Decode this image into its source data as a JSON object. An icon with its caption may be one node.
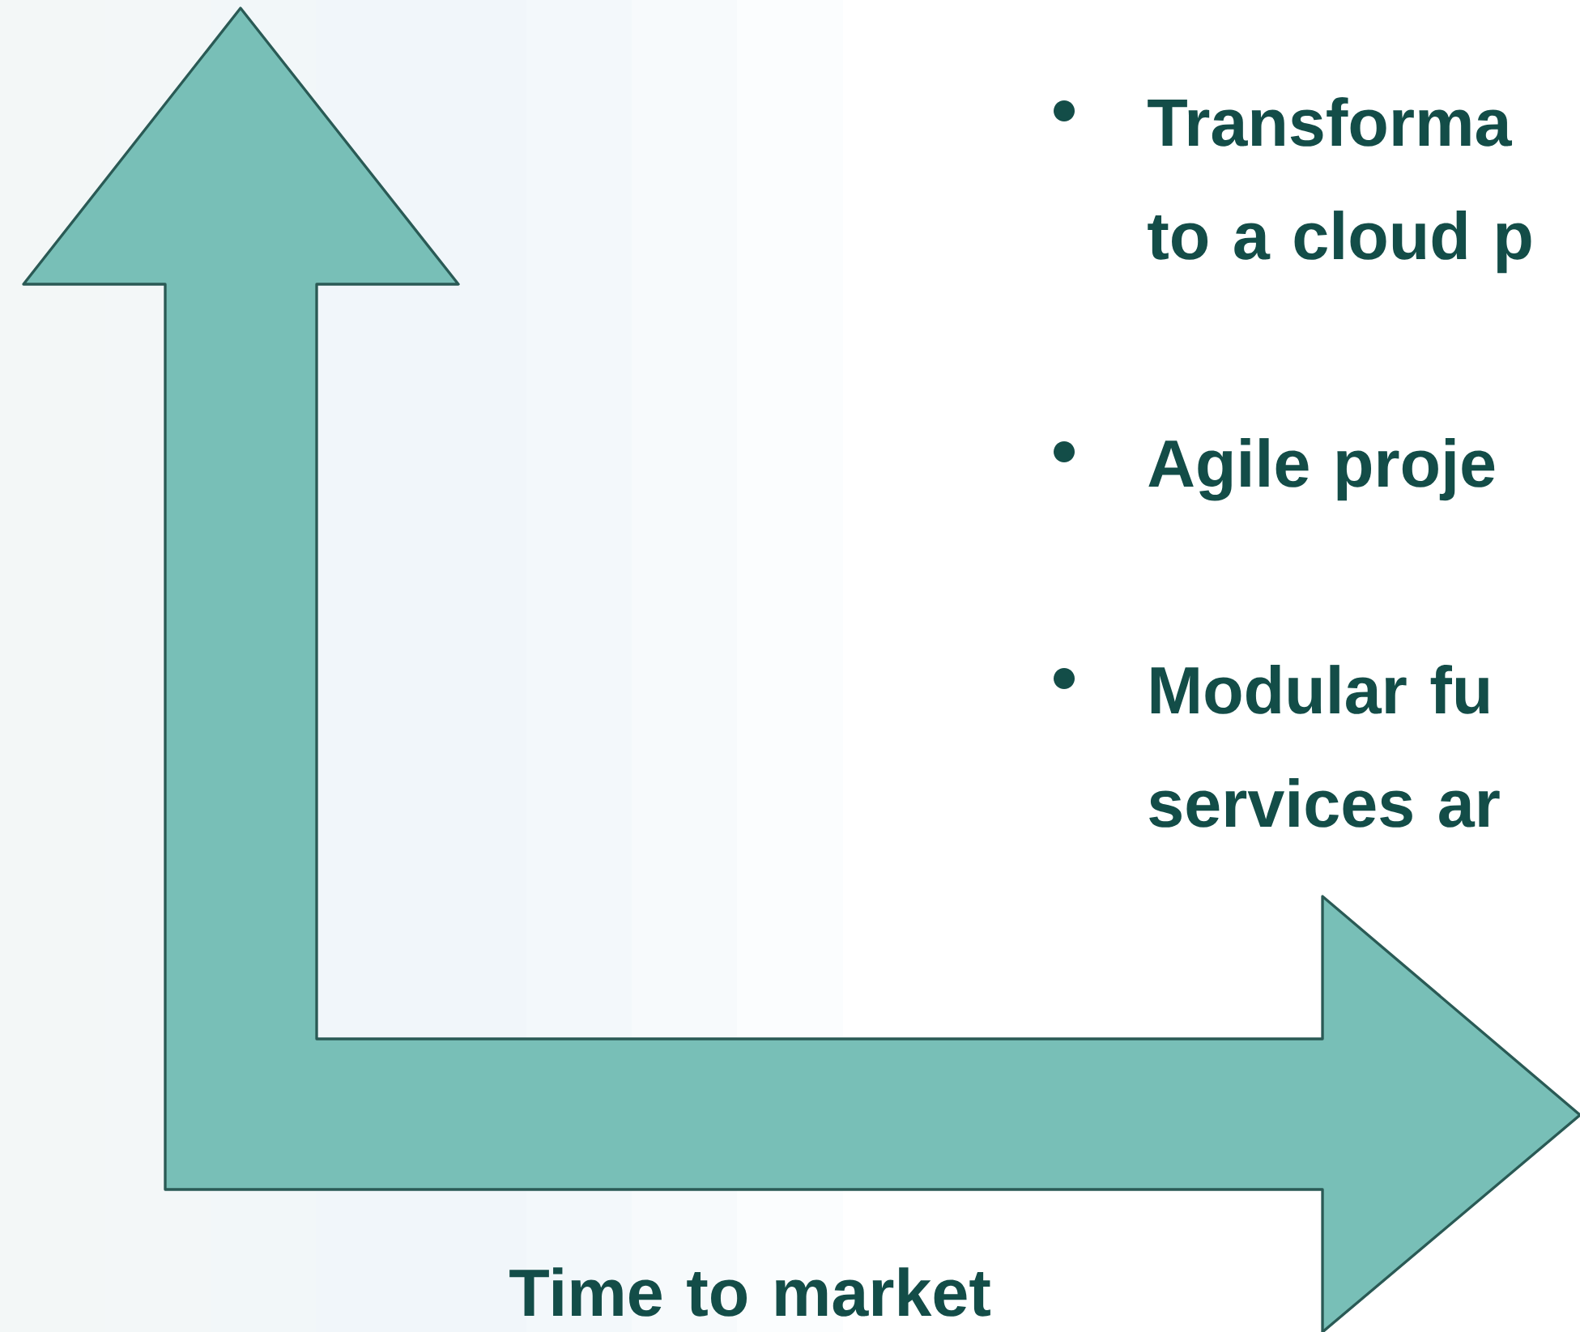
{
  "diagram": {
    "labels": [
      "Transforma to a cloud p",
      "Agile proje",
      "Modular fu services ar",
      "Time to market"
    ]
  }
}
